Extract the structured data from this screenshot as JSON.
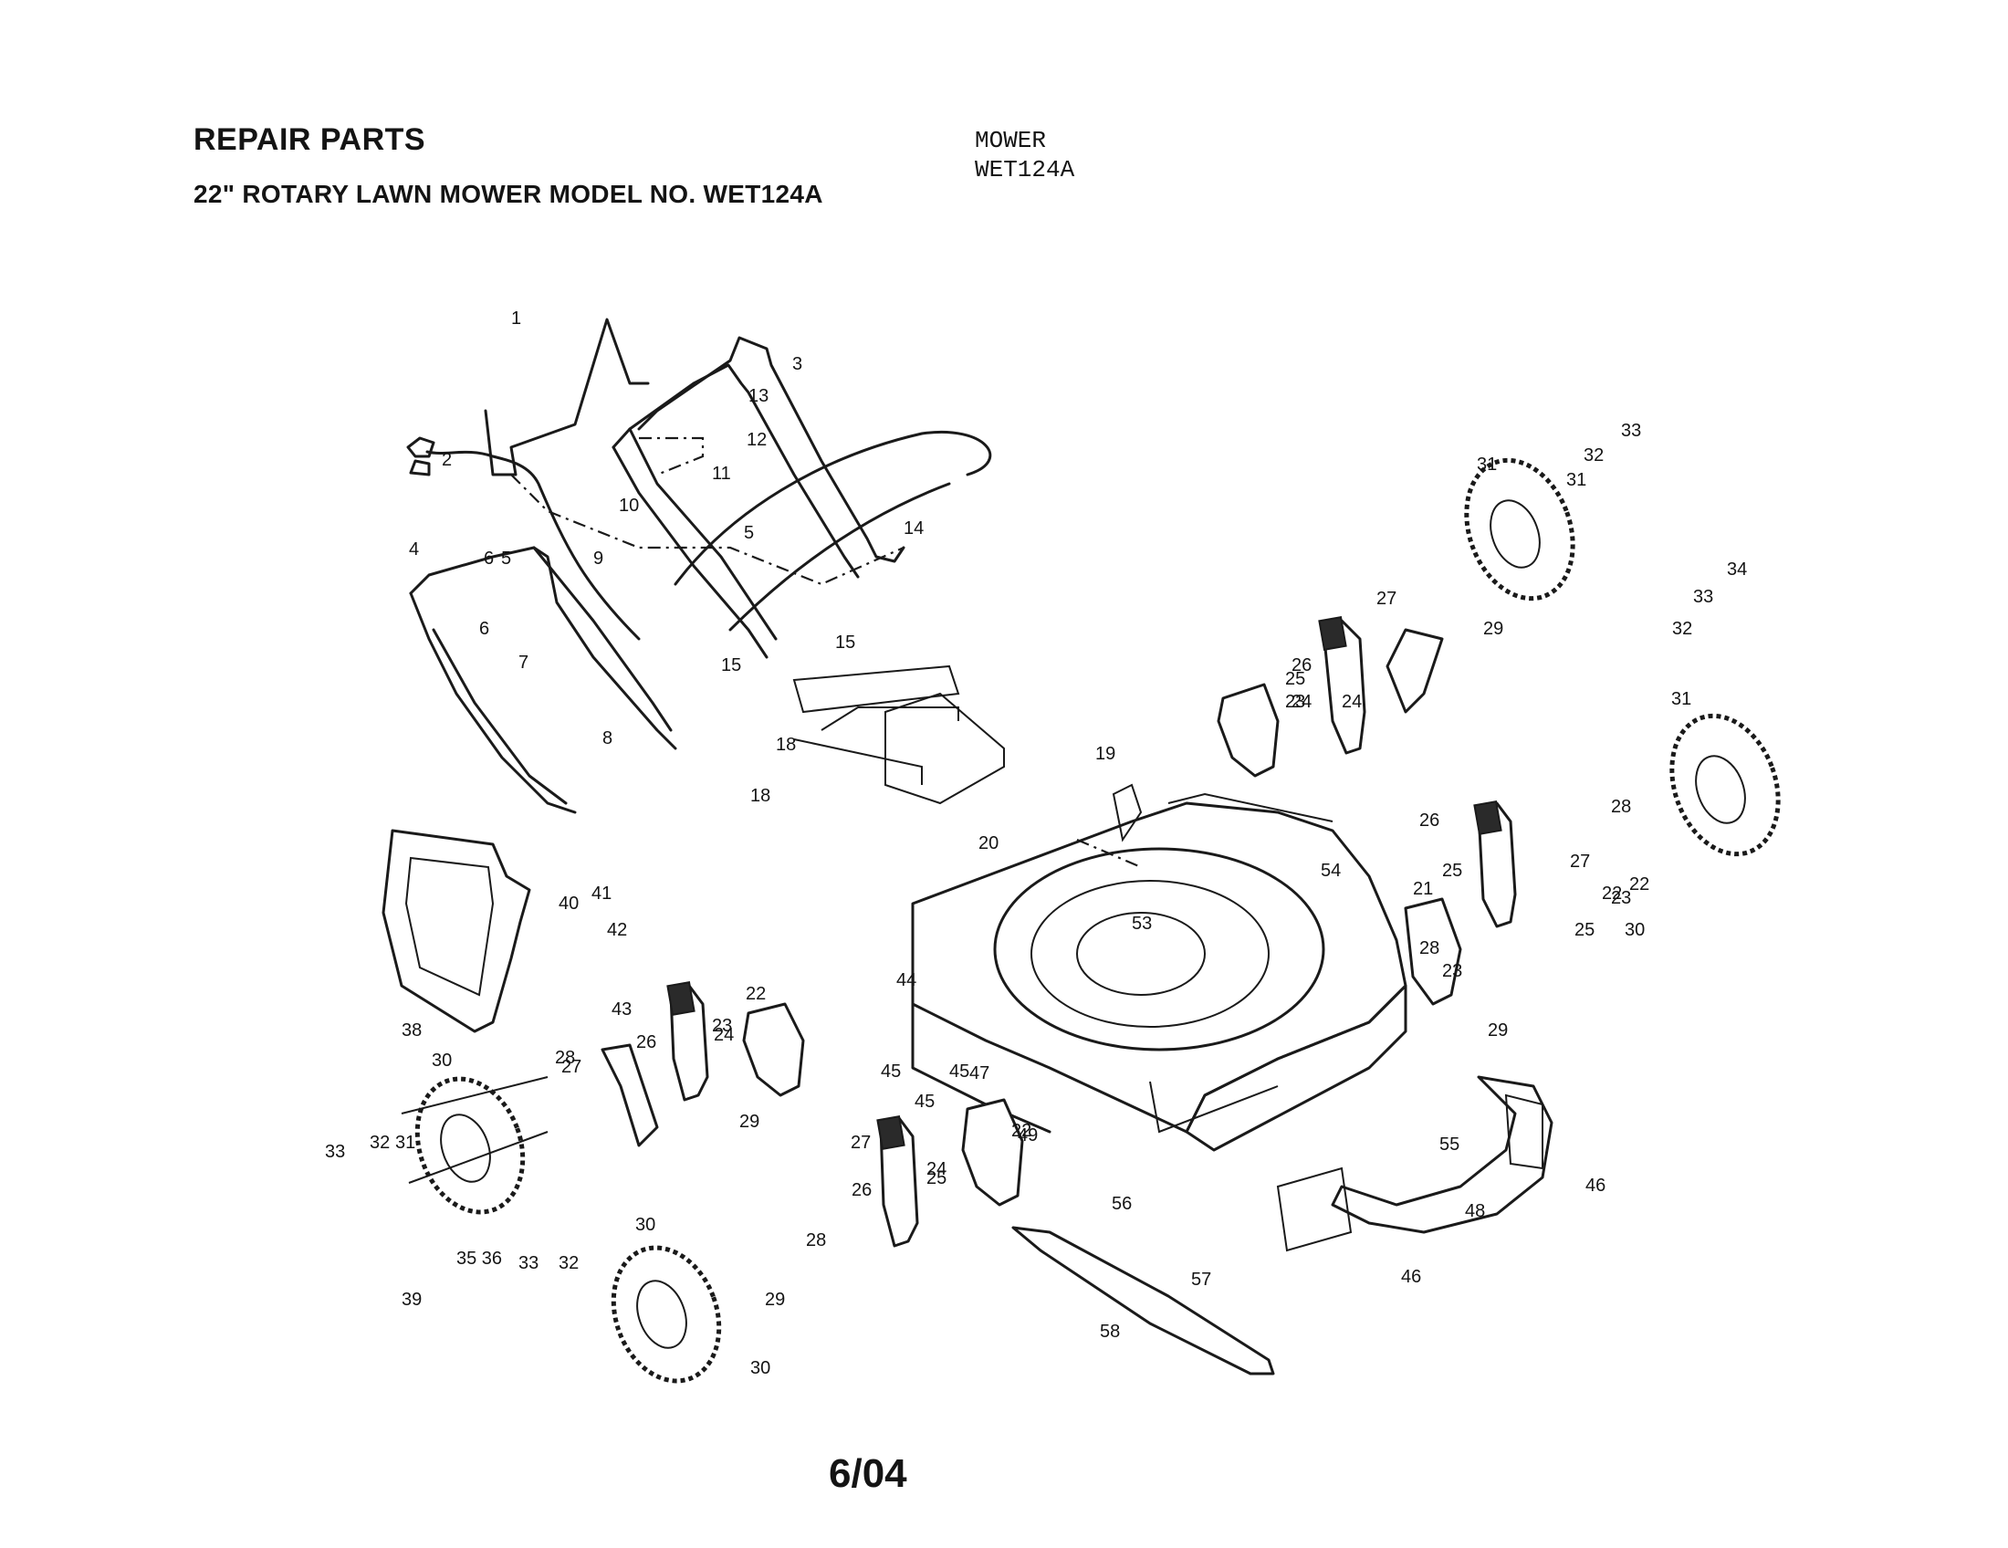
{
  "header": {
    "title": "REPAIR PARTS",
    "subtitle": "22\" ROTARY LAWN MOWER MODEL NO.  WET124A",
    "right_line1": "MOWER",
    "right_line2": "WET124A"
  },
  "footer": {
    "date": "6/04"
  },
  "part_labels": [
    "1",
    "2",
    "3",
    "4",
    "5",
    "5",
    "6",
    "6",
    "7",
    "8",
    "9",
    "10",
    "11",
    "12",
    "13",
    "14",
    "15",
    "15",
    "18",
    "18",
    "19",
    "20",
    "21",
    "22",
    "22",
    "22",
    "22",
    "23",
    "23",
    "23",
    "23",
    "24",
    "24",
    "24",
    "24",
    "25",
    "25",
    "25",
    "25",
    "26",
    "26",
    "26",
    "26",
    "27",
    "27",
    "27",
    "27",
    "28",
    "28",
    "28",
    "28",
    "29",
    "29",
    "29",
    "29",
    "30",
    "30",
    "30",
    "30",
    "31",
    "31",
    "31",
    "31",
    "32",
    "32",
    "32",
    "32",
    "33",
    "33",
    "33",
    "33",
    "34",
    "35 36",
    "38",
    "39",
    "40",
    "41",
    "42",
    "43",
    "44",
    "45",
    "45",
    "45",
    "46",
    "46",
    "47",
    "48",
    "49",
    "53",
    "54",
    "55",
    "56",
    "57",
    "58"
  ]
}
